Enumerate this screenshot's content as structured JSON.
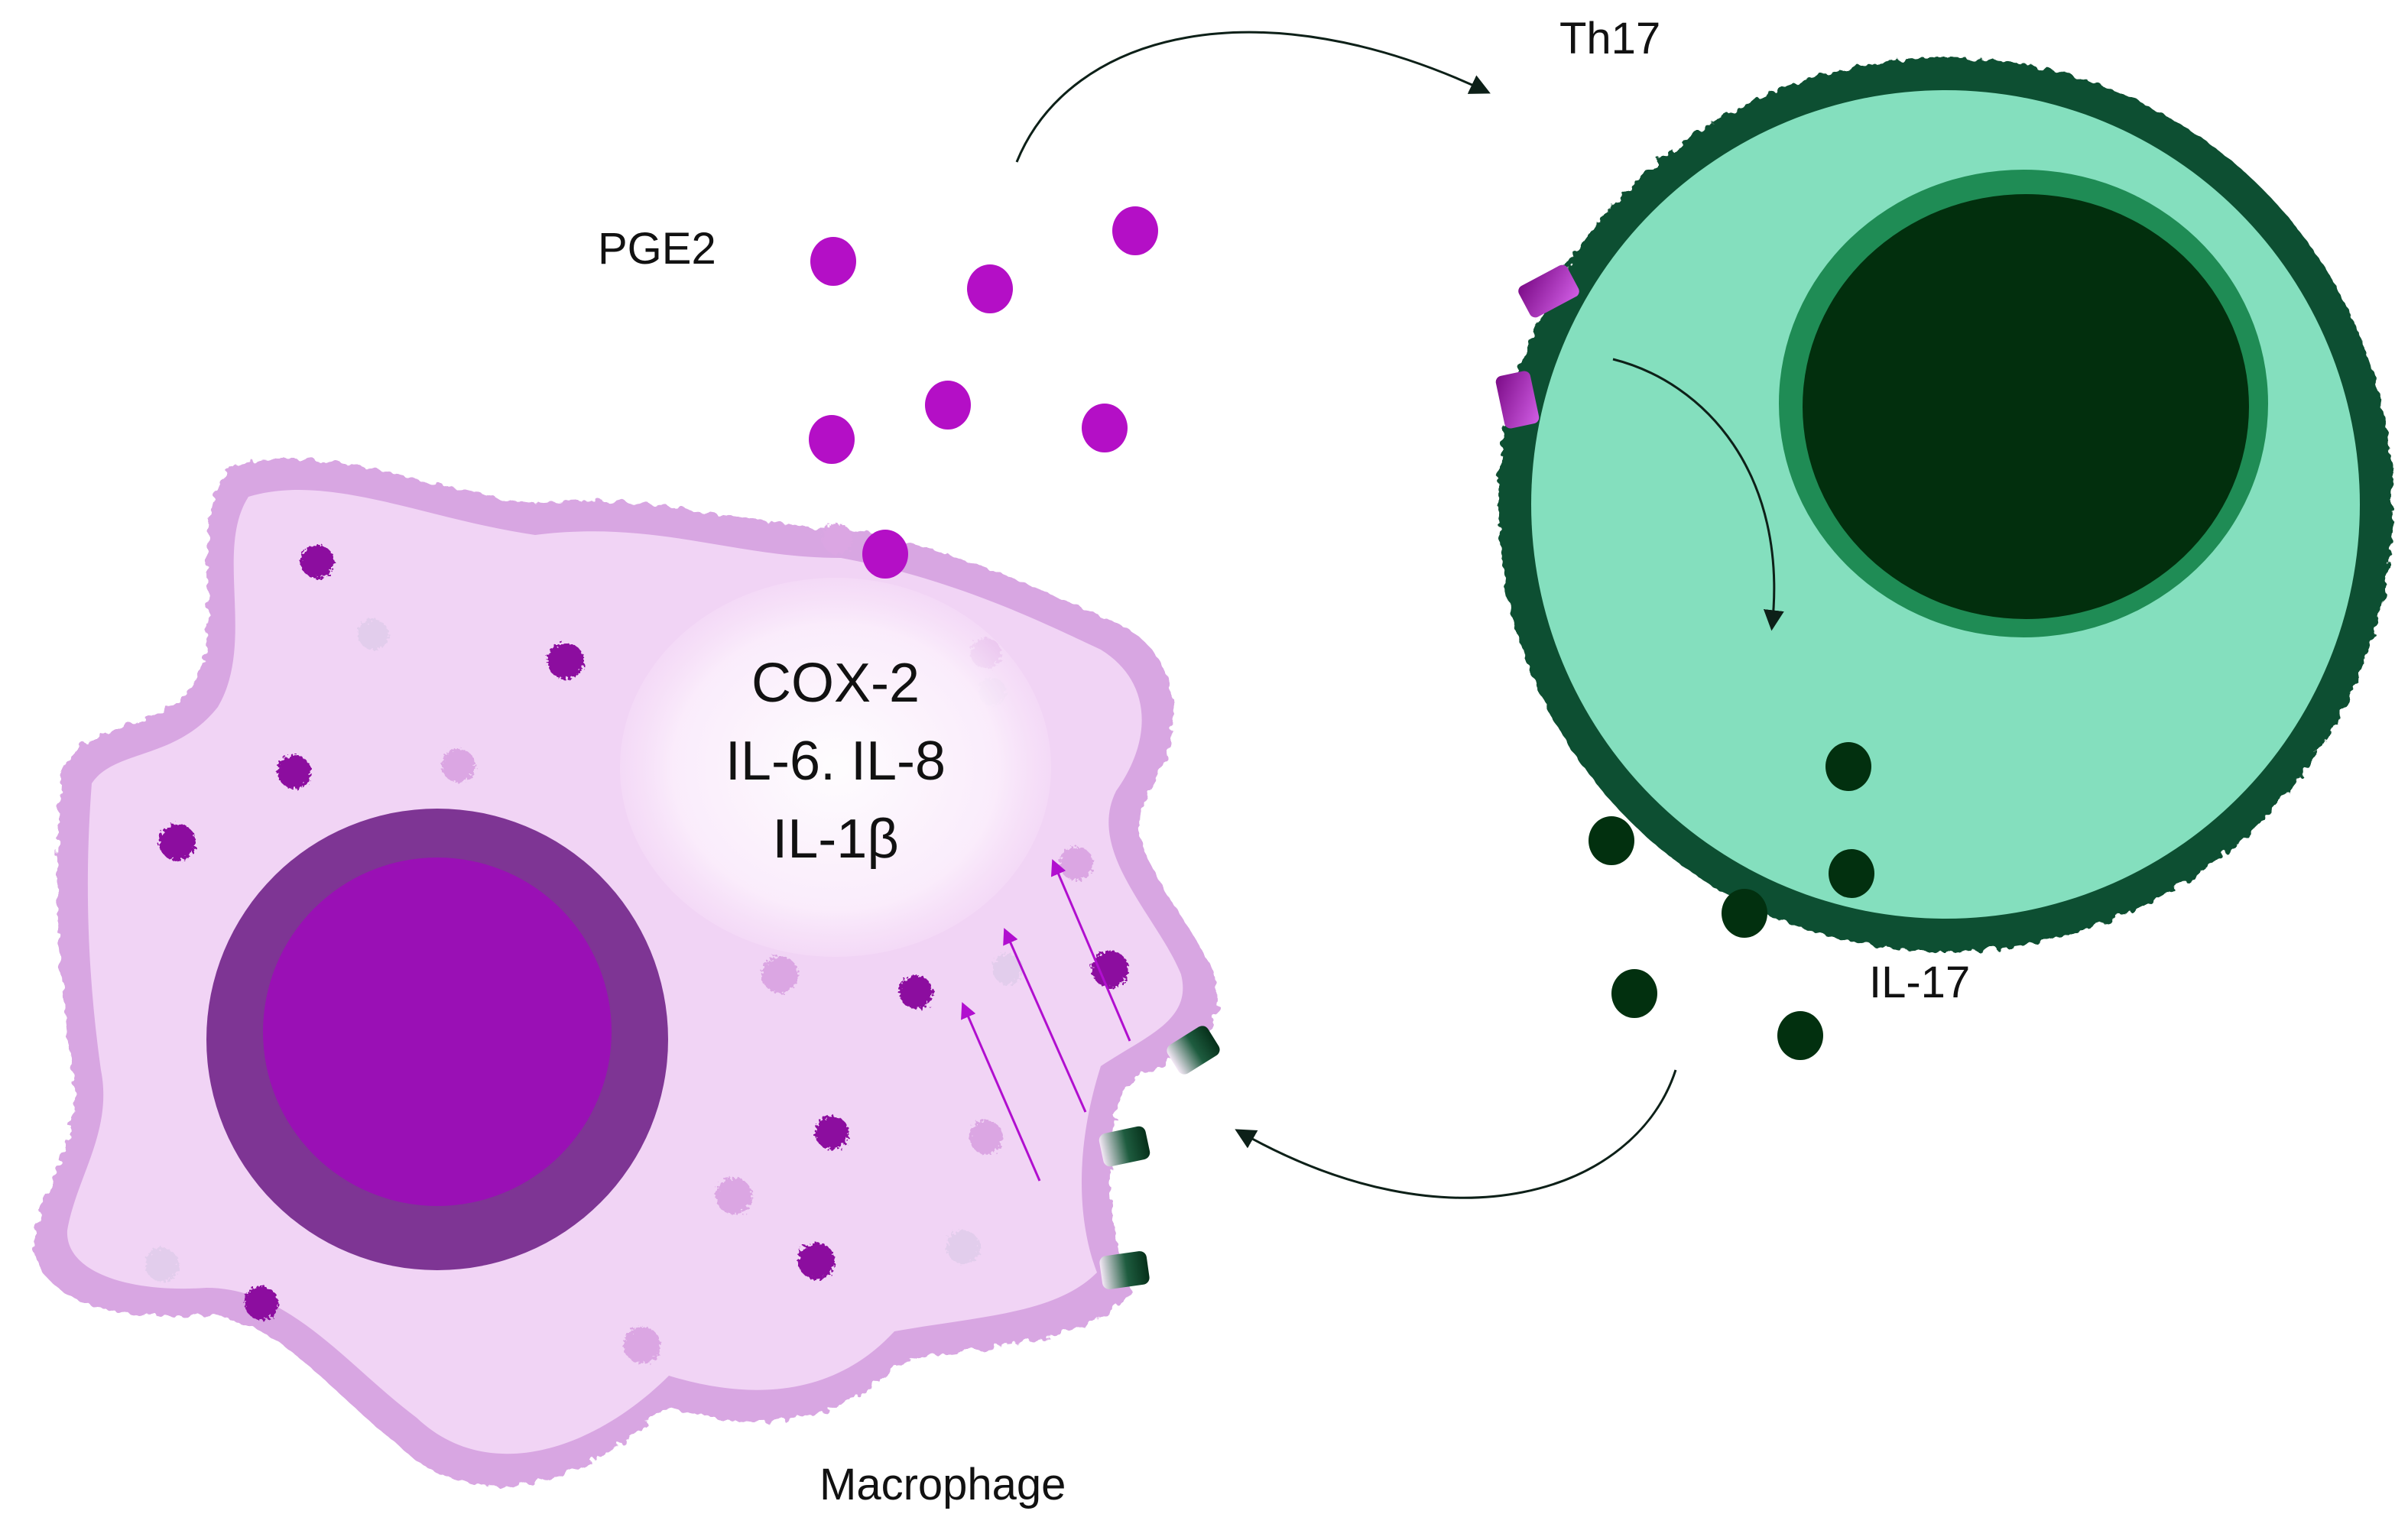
{
  "labels": {
    "pge2": "PGE2",
    "th17": "Th17",
    "il17": "IL-17",
    "macrophage": "Macrophage",
    "nucleus_lines": [
      "COX-2",
      "IL-6. IL-8",
      "IL-1β"
    ]
  },
  "colors": {
    "macrophage_body": "#f1d4f5",
    "macrophage_membrane": "#d8a6e2",
    "macrophage_nucleus_ring": "#7e3594",
    "macrophage_nucleus": "#9a10b5",
    "granule_dark": "#8c0f9f",
    "granule_light": "#dba6e3",
    "pge2_dot": "#b40fc6",
    "th17_cytoplasm": "#84dfbe",
    "th17_membrane": "#0f4f31",
    "th17_nucleus_ring": "#1f8c55",
    "th17_nucleus": "#022f0d",
    "il17_dot": "#02300f",
    "arrow": "#222222",
    "inner_arrow": "#b10fcf"
  }
}
